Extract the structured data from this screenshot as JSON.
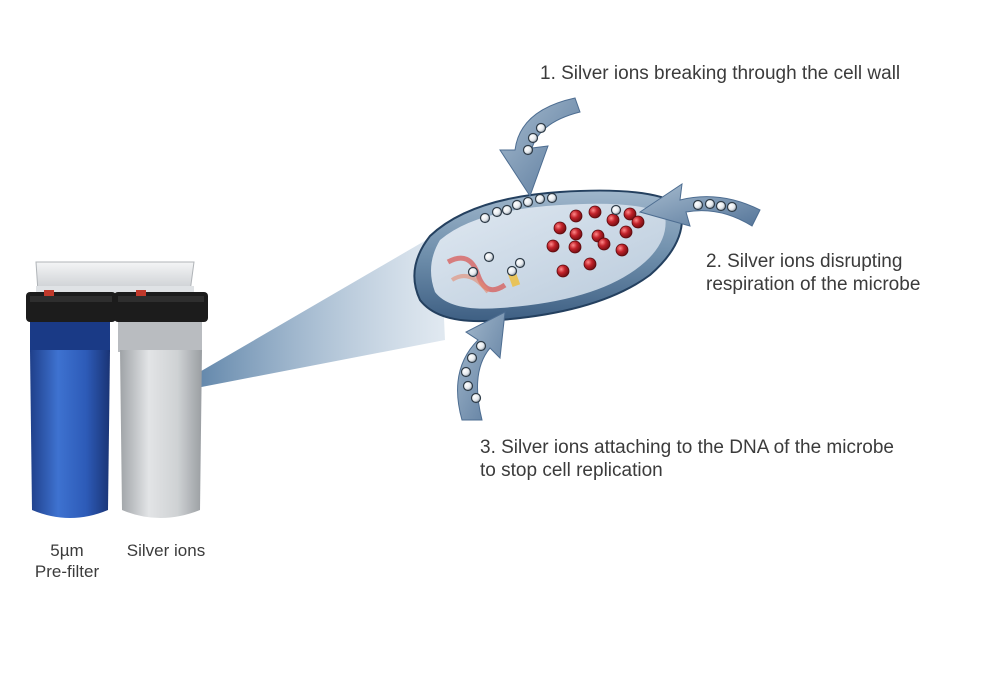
{
  "steps": [
    {
      "lines": [
        "1. Silver ions breaking through the cell wall"
      ]
    },
    {
      "lines": [
        "2. Silver ions disrupting",
        "respiration of the microbe"
      ]
    },
    {
      "lines": [
        "3. Silver ions attaching to the DNA of the microbe",
        "to stop cell replication"
      ]
    }
  ],
  "filters": [
    {
      "lines": [
        "5µm",
        "Pre-filter"
      ],
      "color": "#2d5bb8"
    },
    {
      "lines": [
        "Silver ions"
      ],
      "color": "#cfd2d4"
    }
  ],
  "colors": {
    "cell_body": "#7f9bb4",
    "cell_dark": "#2f4f73",
    "arrow": "#7c97b0",
    "ion_red": "#c2222a",
    "ion_white": "#eef1f4",
    "beam": "#6f90b3",
    "cap": "#1c1c1c"
  }
}
